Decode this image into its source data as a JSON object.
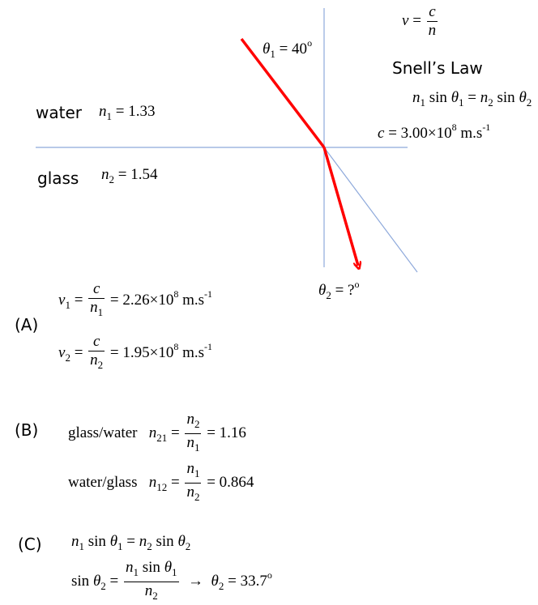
{
  "colors": {
    "normal_line": "#8ea9db",
    "ray": "#ff0000",
    "text": "#000000"
  },
  "header": {
    "v_formula": {
      "lhs": "v",
      "num": "c",
      "den": "n"
    },
    "snells_law_title": "Snell’s Law",
    "snell_eq": {
      "n1": "n",
      "s1": "1",
      "sin": "sin",
      "theta": "θ",
      "t1": "1",
      "eq": "=",
      "n2": "n",
      "s2": "2",
      "t2": "2"
    },
    "speed_of_light": {
      "c": "c",
      "value": "= 3.00×10",
      "exp": "8",
      "unit": " m.s",
      "unit_exp": "-1"
    }
  },
  "diagram": {
    "incident_angle": {
      "theta": "θ",
      "sub": "1",
      "value": " = 40",
      "deg": "o"
    },
    "refracted_angle": {
      "theta": "θ",
      "sub": "2",
      "value": " = ?",
      "deg": "o"
    },
    "medium1": {
      "name": "water",
      "n": "n",
      "sub": "1",
      "value": " = 1.33"
    },
    "medium2": {
      "name": "glass",
      "n": "n",
      "sub": "2",
      "value": " = 1.54"
    }
  },
  "partA": {
    "label": "(A)",
    "v1": {
      "lhs": "v",
      "sub": "1",
      "num": "c",
      "den": "n",
      "den_sub": "1",
      "value": "= 2.26×10",
      "exp": "8",
      "unit": " m.s",
      "unit_exp": "-1"
    },
    "v2": {
      "lhs": "v",
      "sub": "2",
      "num": "c",
      "den": "n",
      "den_sub": "2",
      "value": "= 1.95×10",
      "exp": "8",
      "unit": " m.s",
      "unit_exp": "-1"
    }
  },
  "partB": {
    "label": "(B)",
    "gw": {
      "text": "glass/water",
      "n": "n",
      "sub": "21",
      "num": "n",
      "num_sub": "2",
      "den": "n",
      "den_sub": "1",
      "value": "= 1.16"
    },
    "wg": {
      "text": "water/glass",
      "n": "n",
      "sub": "12",
      "num": "n",
      "num_sub": "1",
      "den": "n",
      "den_sub": "2",
      "value": "= 0.864"
    }
  },
  "partC": {
    "label": "(C)",
    "line1": {
      "n1": "n",
      "s1": "1",
      "sin": "sin",
      "theta": "θ",
      "t1": "1",
      "eq": "=",
      "n2": "n",
      "s2": "2",
      "t2": "2"
    },
    "line2": {
      "sin": "sin",
      "theta": "θ",
      "t2": "2",
      "num_n": "n",
      "num_s": "1",
      "num_sin": " sin ",
      "num_theta": "θ",
      "num_t": "1",
      "den_n": "n",
      "den_s": "2",
      "arrow": "→",
      "result_theta": "θ",
      "result_sub": "2",
      "result_value": " = 33.7",
      "deg": "o"
    }
  }
}
